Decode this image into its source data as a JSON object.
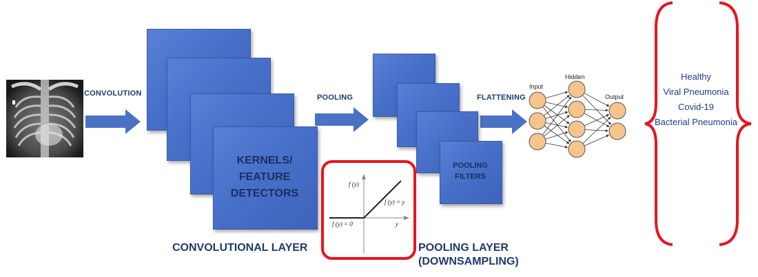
{
  "stages": {
    "convolution": "CONVOLUTION",
    "pooling": "POOLING",
    "flattening": "FLATTENING"
  },
  "conv_block": {
    "text_line1": "KERNELS/",
    "text_line2": "FEATURE",
    "text_line3": "DETECTORS"
  },
  "pool_block": {
    "text_line1": "POOLING",
    "text_line2": "FILTERS"
  },
  "layers": {
    "convolutional": "CONVOLUTIONAL LAYER",
    "pooling_line1": "POOLING LAYER",
    "pooling_line2": "(DOWNSAMPLING)"
  },
  "relu_graph": {
    "y_axis_label": "f (y)",
    "x_axis_label": "y",
    "positive_label": "f (y) = y",
    "zero_label": "f (y) = 0"
  },
  "network": {
    "input_label": "Input",
    "hidden_label": "Hidden",
    "output_label": "Output",
    "input_nodes": 3,
    "hidden_nodes": 4,
    "output_nodes": 2
  },
  "classes": [
    "Healthy",
    "Viral Pneumonia",
    "Covid-19",
    "Bacterial Pneumonia"
  ],
  "colors": {
    "block_blue": "#4770c9",
    "arrow_blue": "#4a72c4",
    "node_orange": "#f7c48c",
    "brace_red": "#e8141e",
    "text_navy": "#1f3a6e"
  }
}
